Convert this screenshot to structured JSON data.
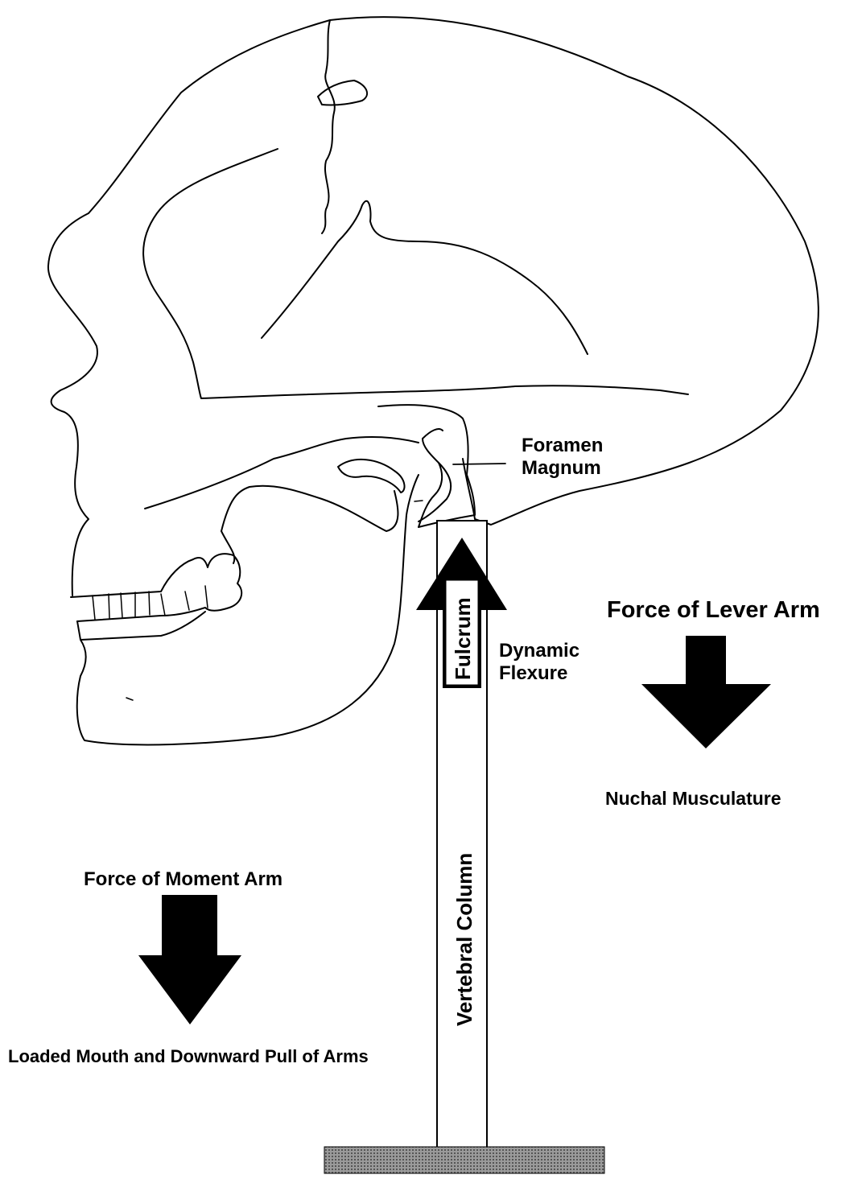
{
  "labels": {
    "foramen_line1": "Foramen",
    "foramen_line2": "Magnum",
    "fulcrum": "Fulcrum",
    "dynamic_line1": "Dynamic",
    "dynamic_line2": "Flexure",
    "lever_force": "Force of Lever Arm",
    "nuchal": "Nuchal Musculature",
    "moment_force": "Force of Moment Arm",
    "loaded": "Loaded Mouth and Downward Pull of Arms",
    "vertebral": "Vertebral Column"
  },
  "colors": {
    "ink": "#000000",
    "base": "#8a8a8a",
    "paper": "#ffffff"
  }
}
